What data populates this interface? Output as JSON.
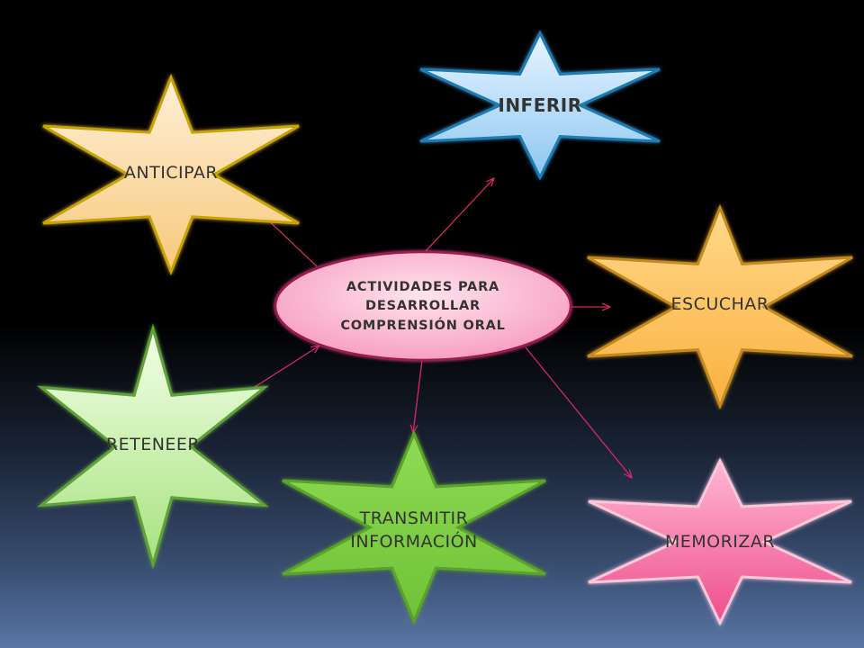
{
  "diagram": {
    "center": {
      "text": "ACTIVIDADES PARA\nDESARROLLAR\nCOMPRENSIÓN ORAL"
    },
    "nodes": [
      {
        "id": "anticipar",
        "text": "ANTICIPAR",
        "fill_light": "#FFF0D6",
        "fill_dark": "#F7C87D",
        "stroke": "#C9A300"
      },
      {
        "id": "inferir",
        "text": "INFERIR",
        "fill_light": "#E6F4FF",
        "fill_dark": "#8FC7F2",
        "stroke": "#1F7BB5"
      },
      {
        "id": "escuchar",
        "text": "ESCUCHAR",
        "fill_light": "#FFD98A",
        "fill_dark": "#FBB040",
        "stroke": "#C48A1C"
      },
      {
        "id": "reteneer",
        "text": "RETENEER",
        "fill_light": "#F2FFE8",
        "fill_dark": "#A7E27E",
        "stroke": "#5FA238"
      },
      {
        "id": "transmitir",
        "text": "TRANSMITIR\nINFORMACIÓN",
        "fill_light": "#8FDA55",
        "fill_dark": "#6FC236",
        "stroke": "#5AA22C"
      },
      {
        "id": "memorizar",
        "text": "MEMORIZAR",
        "fill_light": "#FFB7D2",
        "fill_dark": "#EE4E8C",
        "stroke": "#F9C7DA"
      }
    ],
    "center_fill_light": "#FFE3EE",
    "center_fill_dark": "#F7A0C0",
    "center_stroke": "#A0134F",
    "arrow_color": "#D6246E"
  }
}
